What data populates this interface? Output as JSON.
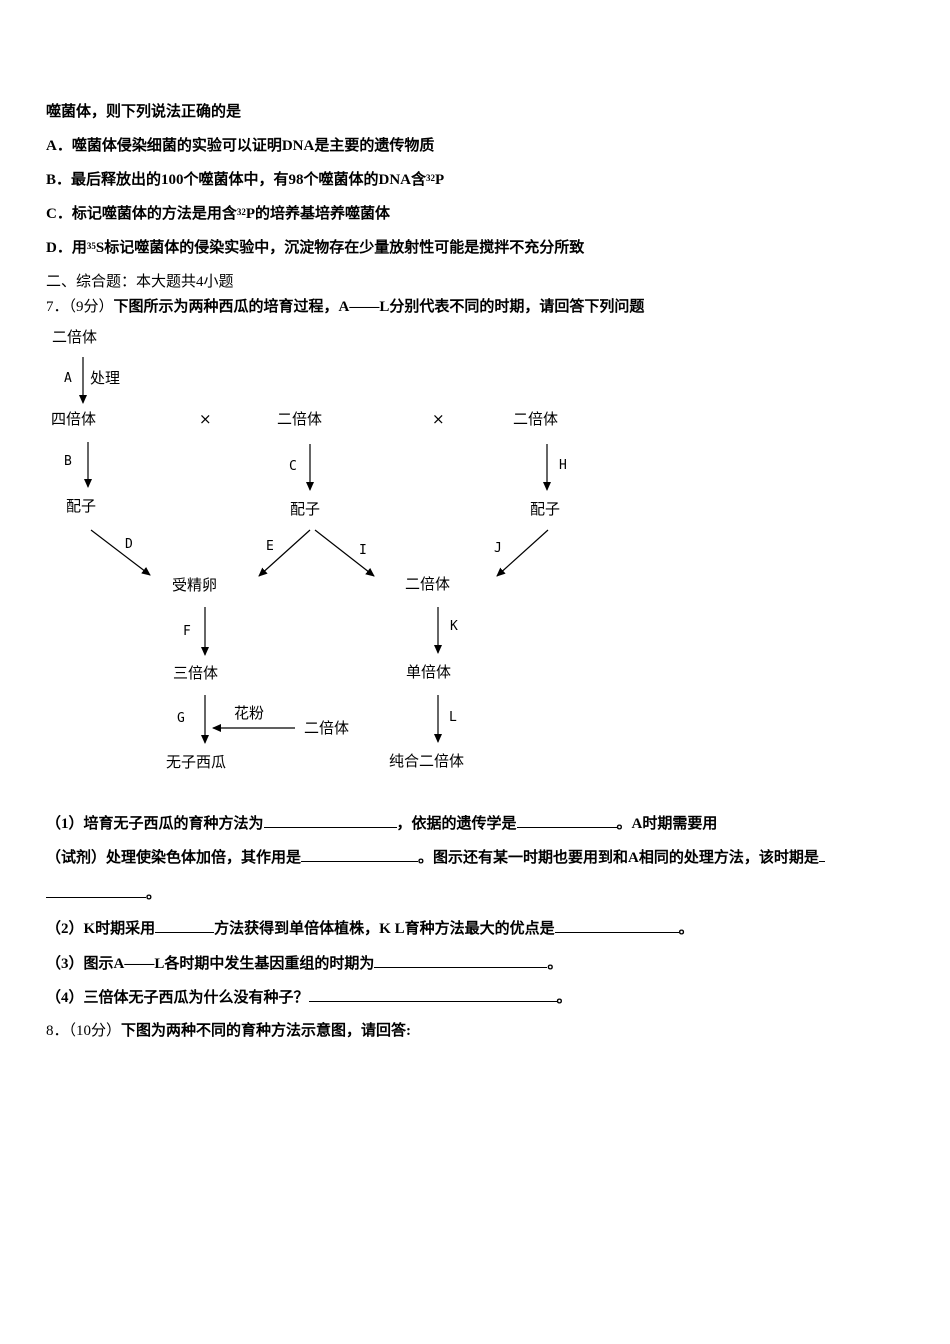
{
  "q6": {
    "stem_tail": "噬菌体，则下列说法正确的是",
    "options": [
      {
        "label": "A．",
        "text": "噬菌体侵染细菌的实验可以证明DNA是主要的遗传物质"
      },
      {
        "label": "B．",
        "text_before": "最后释放出的100个噬菌体中，有98个噬菌体的DNA含",
        "sup": "32",
        "text_after": "P"
      },
      {
        "label": "C．",
        "text_before": "标记噬菌体的方法是用含",
        "sup": "32",
        "text_after": "P的培养基培养噬菌体"
      },
      {
        "label": "D．",
        "text_prefix": "用",
        "sup": "35",
        "text_after": "S标记噬菌体的侵染实验中，沉淀物存在少量放射性可能是搅拌不充分所致"
      }
    ]
  },
  "section2": {
    "title": "二、综合题：本大题共4小题"
  },
  "q7": {
    "number": "7．",
    "score": "（9分）",
    "stem": "下图所示为两种西瓜的培育过程，A——L分别代表不同的时期，请回答下列问题",
    "diagram": {
      "nodes": {
        "diploid_top": "二倍体",
        "tetraploid": "四倍体",
        "diploid_mid": "二倍体",
        "diploid_right": "二倍体",
        "gamete_left": "配子",
        "gamete_mid": "配子",
        "gamete_right": "配子",
        "zygote": "受精卵",
        "diploid_center": "二倍体",
        "triploid": "三倍体",
        "haploid": "单倍体",
        "seedless": "无子西瓜",
        "pure_diploid": "纯合二倍体",
        "pollen": "花粉",
        "diploid_pollen": "二倍体",
        "treatment": "处理",
        "cross1": "×",
        "cross2": "×"
      },
      "letters": {
        "A": "A",
        "B": "B",
        "C": "C",
        "D": "D",
        "E": "E",
        "F": "F",
        "G": "G",
        "H": "H",
        "I": "I",
        "J": "J",
        "K": "K",
        "L": "L"
      }
    },
    "sub1": {
      "p1": "（1）培育无子西瓜的育种方法为",
      "p2": "，依据的遗传学是",
      "p3": "。A时期需要用",
      "p4": "（试剂）处理使染色体加倍，其作用是",
      "p5": "。图示还有某一时期也要用到和A相同的处理方法，该时期是",
      "p6": "。"
    },
    "sub2": {
      "p1": "（2）K时期采用",
      "p2": "方法获得到单倍体植株，K L育种方法最大的优点是",
      "p3": "。"
    },
    "sub3": {
      "p1": "（3）图示A——L各时期中发生基因重组的时期为",
      "p2": "。"
    },
    "sub4": {
      "p1": "（4）三倍体无子西瓜为什么没有种子？",
      "p2": "。"
    }
  },
  "q8": {
    "number": "8．",
    "score": "（10分）",
    "stem": "下图为两种不同的育种方法示意图，请回答:"
  }
}
